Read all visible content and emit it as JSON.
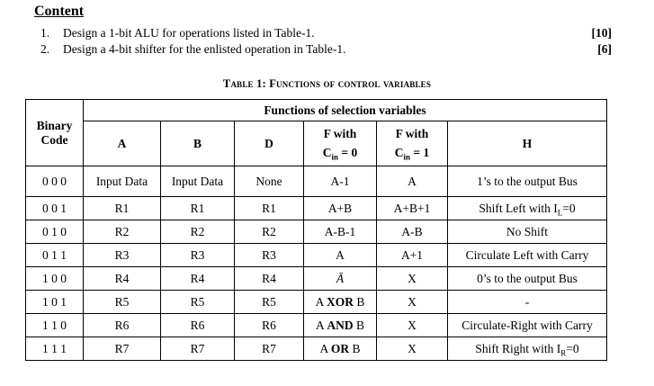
{
  "content": {
    "heading": "Content",
    "items": [
      {
        "number": "1.",
        "text": "Design a 1-bit ALU for operations listed in Table-1.",
        "marks": "[10]"
      },
      {
        "number": "2.",
        "text": "Design a 4-bit shifter for the enlisted operation in Table-1.",
        "marks": "[6]"
      }
    ]
  },
  "table": {
    "caption": "Table 1: Functions of control variables",
    "header": {
      "binary_code": "Binary Code",
      "group": "Functions of selection variables",
      "col_a": "A",
      "col_b": "B",
      "col_d": "D",
      "f_cin0": {
        "line1": "F with",
        "base": "C",
        "sub": "in",
        "rest": " = 0"
      },
      "f_cin1": {
        "line1": "F with",
        "base": "C",
        "sub": "in",
        "rest": " = 1"
      },
      "col_h": "H"
    },
    "rows": [
      {
        "code": "0 0 0",
        "a": "Input Data",
        "b": "Input Data",
        "d": "None",
        "f0": "A-1",
        "f1": "A",
        "h": "1’s to the output Bus"
      },
      {
        "code": "0 0 1",
        "a": "R1",
        "b": "R1",
        "d": "R1",
        "f0": "A+B",
        "f1": "A+B+1",
        "h_pre": "Shift Left with I",
        "h_sub": "L",
        "h_post": "=0"
      },
      {
        "code": "0 1 0",
        "a": "R2",
        "b": "R2",
        "d": "R2",
        "f0": "A-B-1",
        "f1": "A-B",
        "h": "No Shift"
      },
      {
        "code": "0 1 1",
        "a": "R3",
        "b": "R3",
        "d": "R3",
        "f0": "A",
        "f1": "A+1",
        "h": "Circulate Left with Carry"
      },
      {
        "code": "1 0 0",
        "a": "R4",
        "b": "R4",
        "d": "R4",
        "f0": "Ā",
        "f1": "X",
        "h": "0’s to the output Bus"
      },
      {
        "code": "1 0 1",
        "a": "R5",
        "b": "R5",
        "d": "R5",
        "f0_pre": "A ",
        "f0_op": "XOR",
        "f0_post": " B",
        "f1": "X",
        "h": "-"
      },
      {
        "code": "1 1 0",
        "a": "R6",
        "b": "R6",
        "d": "R6",
        "f0_pre": "A ",
        "f0_op": "AND",
        "f0_post": " B",
        "f1": "X",
        "h": "Circulate-Right with Carry"
      },
      {
        "code": "1 1 1",
        "a": "R7",
        "b": "R7",
        "d": "R7",
        "f0_pre": "A ",
        "f0_op": "OR",
        "f0_post": " B",
        "f1": "X",
        "h_pre": "Shift Right with I",
        "h_sub": "R",
        "h_post": "=0"
      }
    ]
  }
}
